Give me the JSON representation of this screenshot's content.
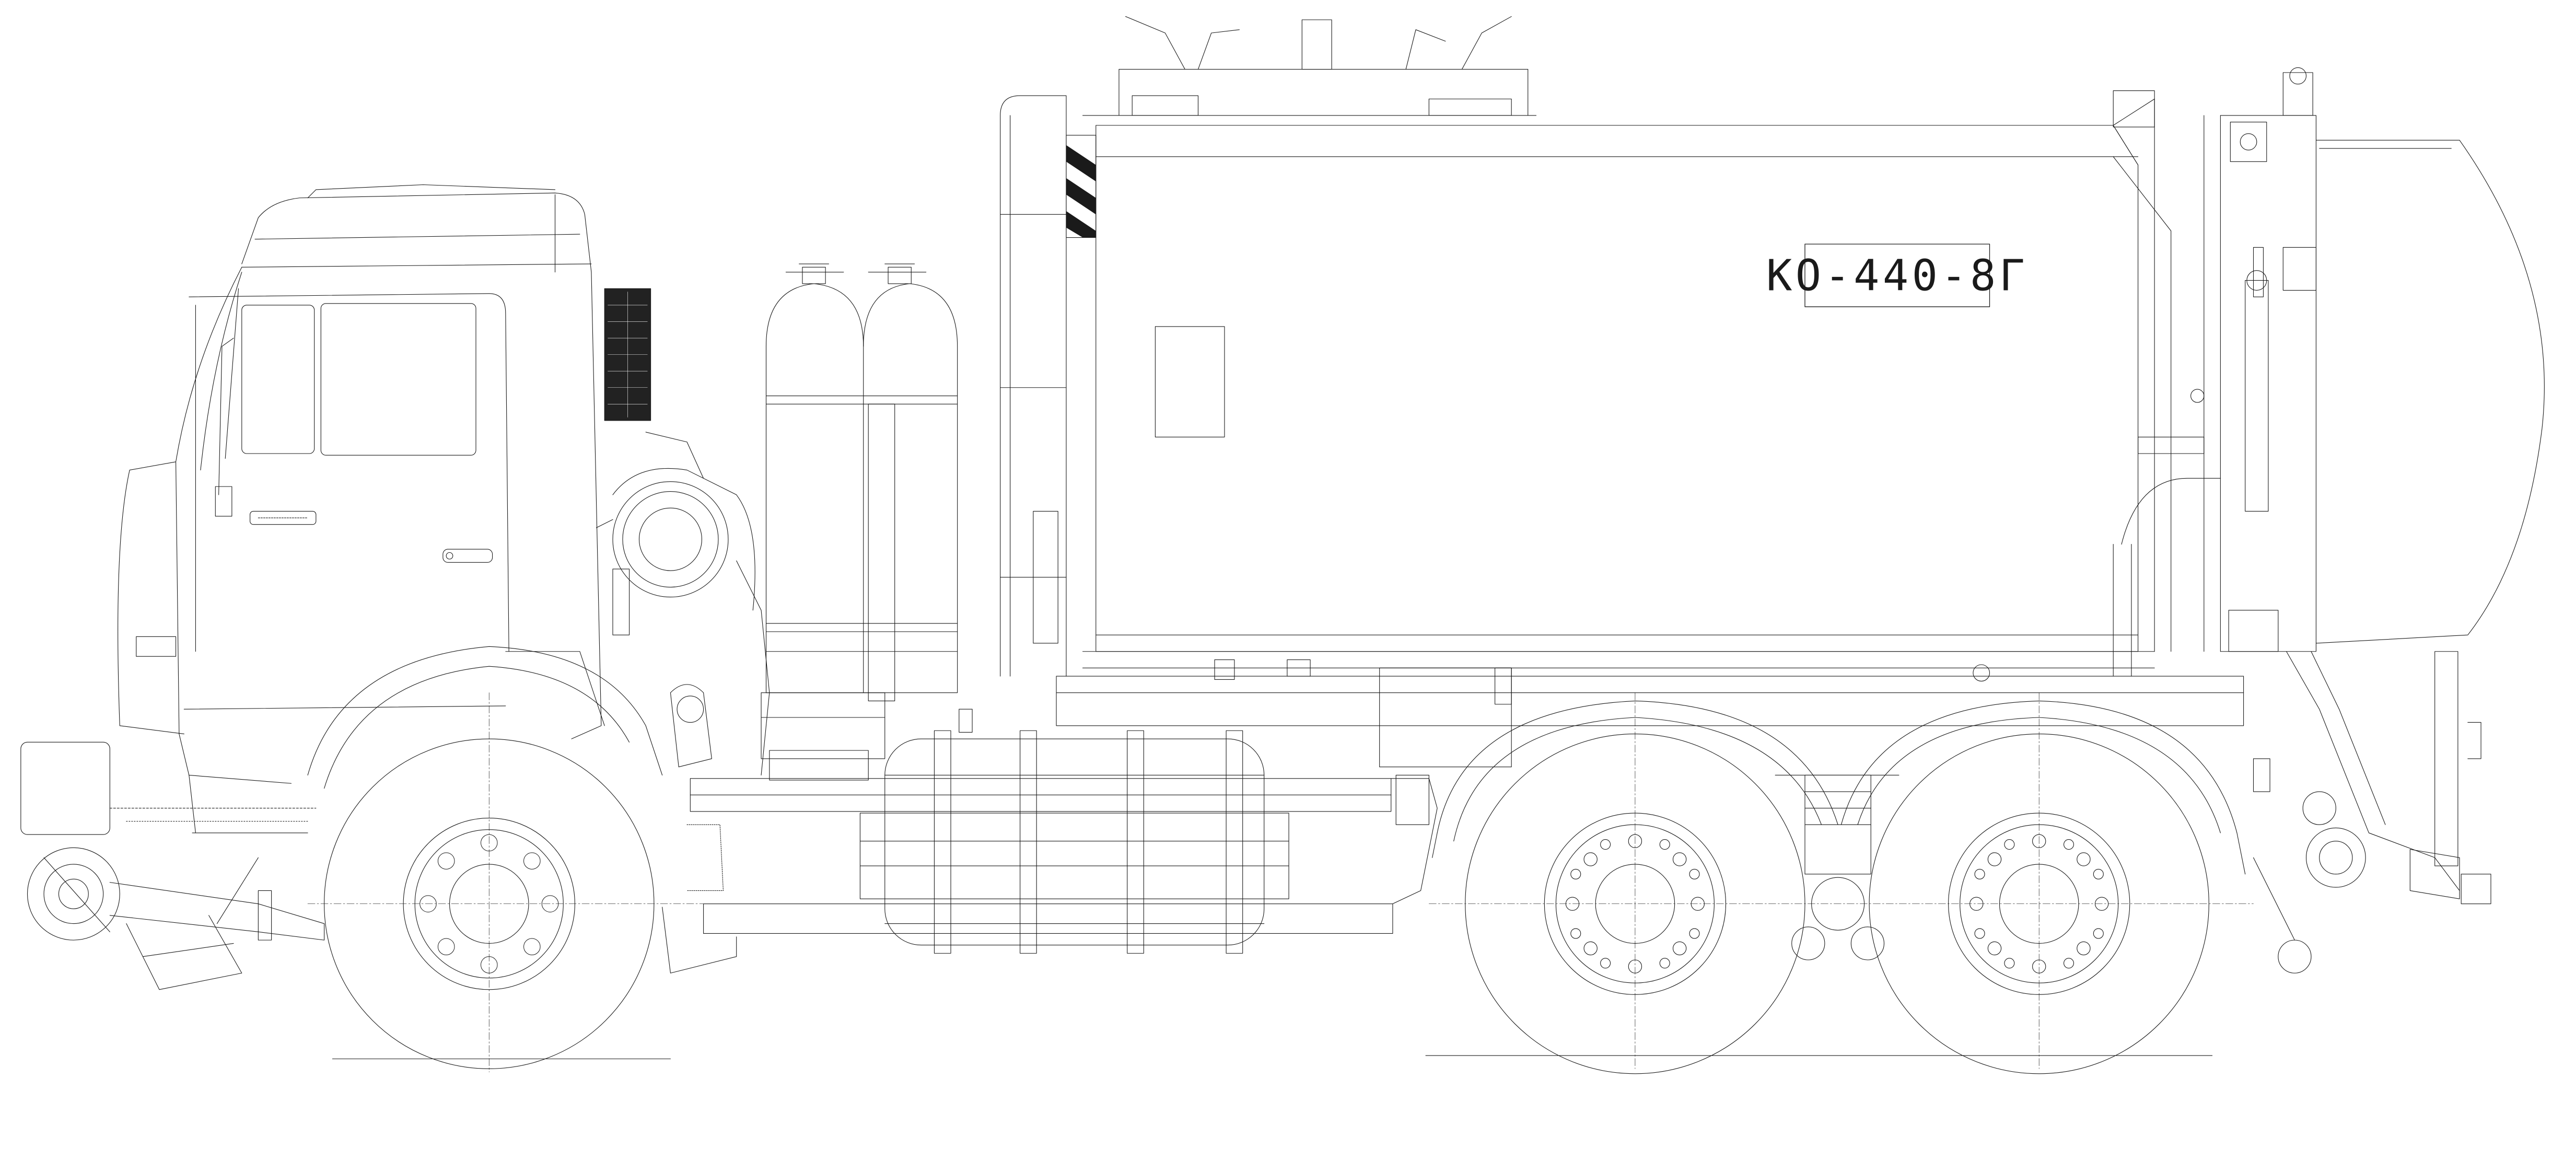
{
  "drawing": {
    "model_plate": {
      "label": "КО-440-8Г"
    },
    "colors": {
      "line": "#1a1a1a",
      "background": "#ffffff",
      "dark_fill": "#222222"
    },
    "icons": [
      "garbage-truck-side-view",
      "wheel",
      "gas-cylinder",
      "air-filter",
      "hazard-stripes"
    ]
  }
}
